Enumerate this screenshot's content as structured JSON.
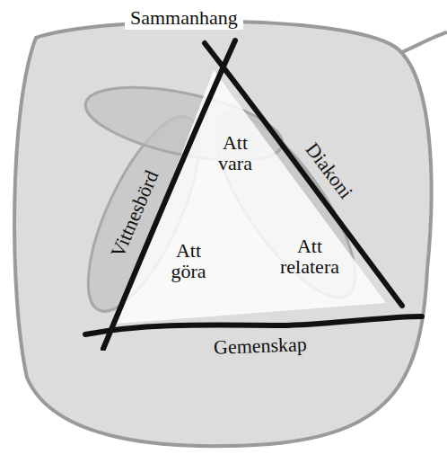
{
  "diagram": {
    "nodes": [
      {
        "text": [
          "Sammanhang"
        ]
      },
      {
        "text": [
          "Att vara",
          "Att göra",
          "Att relatera"
        ],
        "in": 0
      }
    ],
    "labels": [
      "Vittnesbörd",
      "Diakoni",
      "Gemenskap"
    ]
  }
}
